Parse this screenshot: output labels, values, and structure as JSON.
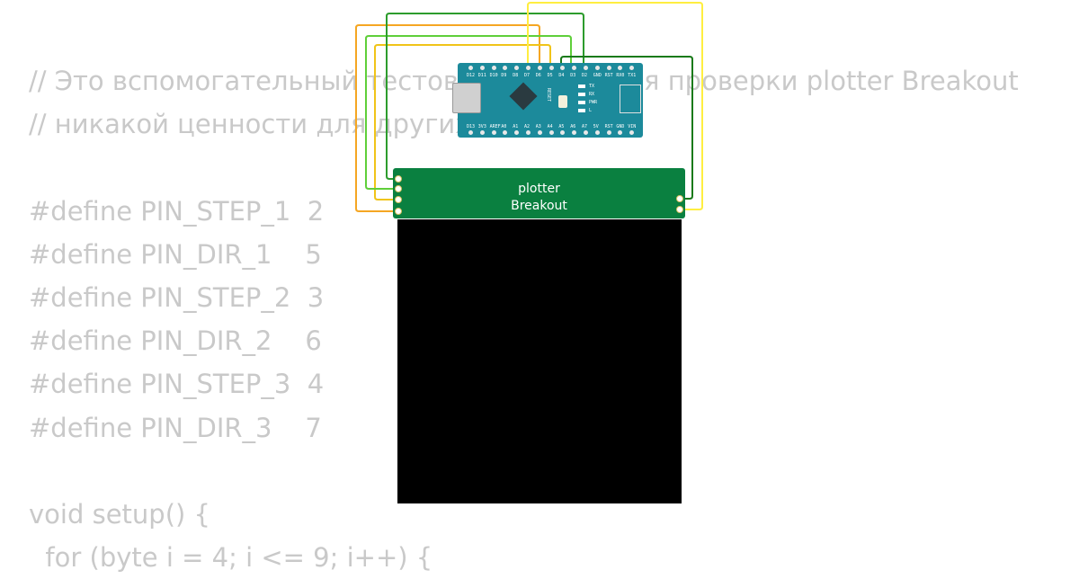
{
  "code_lines": [
    "// Это вспомогательный тестовый проект для проверки plotter Breakout",
    "// никакой ценности для других",
    "",
    "#define PIN_STEP_1  2",
    "#define PIN_DIR_1    5",
    "#define PIN_STEP_2  3",
    "#define PIN_DIR_2    6",
    "#define PIN_STEP_3  4",
    "#define PIN_DIR_3    7",
    "",
    "void setup() {",
    "  for (byte i = 4; i <= 9; i++) {"
  ],
  "breakout": {
    "title_line1": "plotter",
    "title_line2": "Breakout"
  },
  "nano": {
    "top_labels": [
      "D12",
      "D11",
      "D10",
      "D9",
      "D8",
      "D7",
      "D6",
      "D5",
      "D4",
      "D3",
      "D2",
      "GND",
      "RST",
      "RX0",
      "TX1"
    ],
    "bottom_labels": [
      "D13",
      "3V3",
      "AREF",
      "A0",
      "A1",
      "A2",
      "A3",
      "A4",
      "A5",
      "A6",
      "A7",
      "5V",
      "RST",
      "GND",
      "VIN"
    ],
    "side_labels": [
      "TX",
      "RX",
      "PWR",
      "L"
    ],
    "reset_label": "RESET"
  },
  "wire_colors": {
    "orange": "#f5a623",
    "gold": "#f0c419",
    "yellow": "#ffee40",
    "green": "#2d9c2d",
    "light_green": "#5fcf3a",
    "dark_green": "#1a7a1a"
  },
  "colors": {
    "board_green": "#0a8040",
    "nano_teal": "#1c8a9b",
    "code_text": "#c9c9c9",
    "display": "#000000"
  }
}
